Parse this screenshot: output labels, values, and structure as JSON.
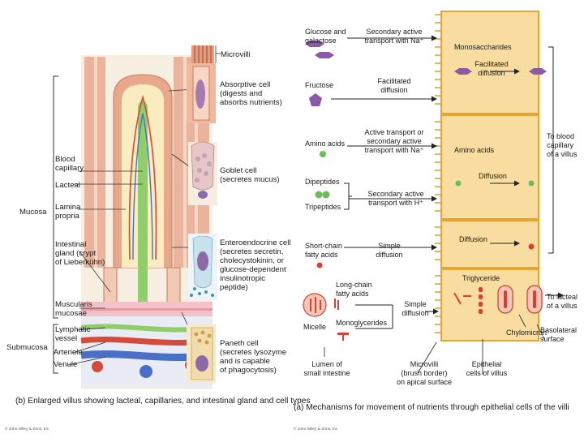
{
  "left_panel": {
    "labels": {
      "microvilli": "Microvilli",
      "absorptive_cell": "Absorptive cell\n(digests and\nabsorbs nutrients)",
      "goblet_cell": "Goblet cell\n(secretes mucus)",
      "enteroendocrine_cell": "Enteroendocrine cell\n(secretes secretin,\ncholecystokinin, or\nglucose-dependent\ninsulinotropic\npeptide)",
      "paneth_cell": "Paneth cell\n(secretes lysozyme\nand is capable\nof phagocytosis)",
      "blood_capillary": "Blood\ncapillary",
      "lacteal": "Lacteal",
      "lamina_propria": "Lamina\npropria",
      "intestinal_gland": "Intestinal\ngland (crypt\nof Lieberkühn)",
      "muscularis_mucosae": "Muscularis\nmucosae",
      "lymphatic_vessel": "Lymphatic\nvessel",
      "arteriole": "Arteriole",
      "venule": "Venule",
      "mucosa": "Mucosa",
      "submucosa": "Submucosa"
    },
    "caption": "(b) Enlarged villus showing lacteal, capillaries, and intestinal gland and cell types",
    "copyright": "© John Wiley & Sons, Inc"
  },
  "right_panel": {
    "rows": [
      {
        "nutrient": "Glucose and\ngalactose",
        "mechanism": "Secondary active\ntransport with Na⁺"
      },
      {
        "nutrient": "Fructose",
        "mechanism": "Facilitated\ndiffusion"
      },
      {
        "nutrient": "Amino acids",
        "mechanism": "Active transport or\nsecondary active\ntransport with Na⁺"
      },
      {
        "nutrient": "Dipeptides",
        "mechanism": "Secondary active\ntransport with H⁺"
      },
      {
        "nutrient": "Tripeptides",
        "mechanism": ""
      },
      {
        "nutrient": "Short-chain\nfatty acids",
        "mechanism": "Simple\ndiffusion"
      }
    ],
    "cell_labels": {
      "monosaccharides": "Monosaccharides",
      "facilitated_diffusion": "Facilitated\ndiffusion",
      "amino_acids": "Amino acids",
      "diffusion_1": "Diffusion",
      "diffusion_2": "Diffusion",
      "triglyceride": "Triglyceride"
    },
    "lipid_labels": {
      "long_chain": "Long-chain\nfatty acids",
      "monoglycerides": "Monoglycerides",
      "micelle": "Micelle",
      "simple_diffusion": "Simple\ndiffusion",
      "chylomicron": "Chylomicron"
    },
    "outputs": {
      "to_blood": "To blood\ncapillary\nof a villus",
      "to_lacteal": "To lacteal\nof a villus",
      "basolateral": "Basolateral\nsurface"
    },
    "bottom_labels": {
      "lumen": "Lumen of\nsmall intestine",
      "microvilli": "Microvilli\n(brush border)\non apical surface",
      "epithelial": "Epithelial\ncells of villus"
    },
    "caption": "(a) Mechanisms for movement of nutrients through epithelial cells of the villi",
    "copyright": "© John Wiley & Sons, Inc"
  },
  "colors": {
    "cell_fill": "#f9dca0",
    "cell_border": "#e8a431",
    "purple": "#8a5aa8",
    "green": "#6cbd5a",
    "red": "#d9412e",
    "villus_pink": "#e9a98e",
    "lacteal_green": "#8fce6a"
  }
}
